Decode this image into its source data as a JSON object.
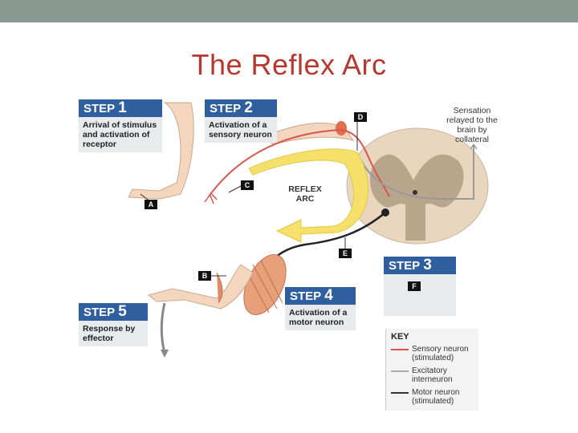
{
  "title": "The Reflex Arc",
  "steps": [
    {
      "label": "STEP",
      "num": "1",
      "text": "Arrival of stimulus and activation of receptor"
    },
    {
      "label": "STEP",
      "num": "2",
      "text": "Activation of a sensory neuron"
    },
    {
      "label": "STEP",
      "num": "3",
      "text": ""
    },
    {
      "label": "STEP",
      "num": "4",
      "text": "Activation of a motor neuron"
    },
    {
      "label": "STEP",
      "num": "5",
      "text": "Response by effector"
    }
  ],
  "reflex_arc_label": "REFLEX ARC",
  "sensation_label": "Sensation relayed to the brain by collateral",
  "tags": {
    "a": "A",
    "b": "B",
    "c": "C",
    "d": "D",
    "e": "E",
    "f": "F"
  },
  "key": {
    "title": "KEY",
    "items": [
      {
        "text": "Sensory neuron (stimulated)",
        "color": "#d9534f"
      },
      {
        "text": "Excitatory interneuron",
        "color": "#aaaaaa"
      },
      {
        "text": "Motor neuron (stimulated)",
        "color": "#333333"
      }
    ]
  },
  "colors": {
    "accent_title": "#b5392f",
    "step_header": "#2f5f9e",
    "arrow": "#f5e06a",
    "skin": "#f3d6bd",
    "cord": "#e9d6bf"
  }
}
